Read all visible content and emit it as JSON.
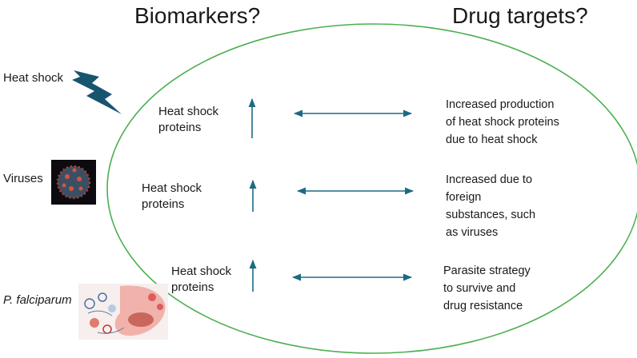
{
  "headers": {
    "biomarkers": "Biomarkers?",
    "drug_targets": "Drug targets?"
  },
  "stimuli": [
    {
      "id": "heat",
      "label": "Heat shock",
      "icon": "lightning-bolt-icon",
      "icon_color": "#17556f"
    },
    {
      "id": "virus",
      "label": "Viruses",
      "icon": "virus-image"
    },
    {
      "id": "parasite",
      "label": "P. falciparum",
      "icon": "parasite-lifecycle-image"
    }
  ],
  "rows": [
    {
      "protein_label": [
        "Heat shock",
        "proteins"
      ],
      "change": "up",
      "target_text": [
        "Increased production",
        "of heat shock proteins",
        "due to heat shock"
      ]
    },
    {
      "protein_label": [
        "Heat shock",
        "proteins"
      ],
      "change": "up",
      "target_text": [
        "Increased due to",
        "foreign",
        "substances, such",
        "as viruses"
      ]
    },
    {
      "protein_label": [
        "Heat shock",
        "proteins"
      ],
      "change": "up",
      "target_text": [
        "Parasite strategy",
        "to survive and",
        "drug resistance"
      ]
    }
  ],
  "colors": {
    "ellipse_stroke": "#4caf50",
    "arrow": "#1d6a85",
    "text": "#1a1a1a"
  }
}
